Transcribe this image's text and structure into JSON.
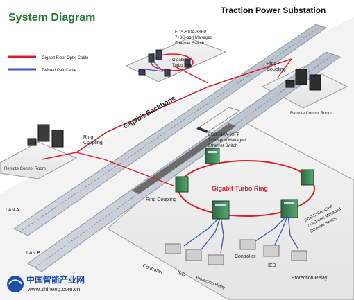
{
  "title": "System Diagram",
  "header": "Traction Power Substation",
  "legend": [
    {
      "label": "Gigabit Fiber Optic Cable",
      "color": "#d9202a"
    },
    {
      "label": "Twisted Pair Cable",
      "color": "#3a56c8"
    }
  ],
  "top_platform": {
    "switch_label_line1": "EDS-510A-3SFP",
    "switch_label_line2": "7+3G-port Managed",
    "switch_label_line3": "Ethernet Switch",
    "ring_label_line1": "Gigabit",
    "ring_label_line2": "Turbo Ring"
  },
  "ring_coupling_top_right": {
    "line1": "Ring",
    "line2": "Coupling"
  },
  "remote_control_room_right": "Remote Control Room",
  "backbone_label": "Gigabit Backbone",
  "ring_coupling_left": {
    "line1": "Ring",
    "line2": "Coupling"
  },
  "remote_control_room_left": "Remote Control Room",
  "lan_a": "LAN A",
  "lan_b": "LAN B",
  "main_platform": {
    "switch_top_line1": "EDS-510A-3SFP",
    "switch_top_line2": "7+3G-port Managed",
    "switch_top_line3": "Ethernet Switch",
    "ring_label": "Gigabit Turbo Ring",
    "ring_coupling": "Ring Coupling",
    "switch_right_line1": "EDS-510A-3SFP",
    "switch_right_line2": "7+3G-port Managed",
    "switch_right_line3": "Ethernet Switch",
    "controller_left": "Controller",
    "ied_left": "IED",
    "protection_relay_left": "Protection Relay",
    "controller_right": "Controller",
    "ied_right": "IED",
    "protection_relay_right": "Protection Relay"
  },
  "watermark": {
    "cn": "中国智能产业网",
    "url": "www.zhineng.com.cn"
  }
}
